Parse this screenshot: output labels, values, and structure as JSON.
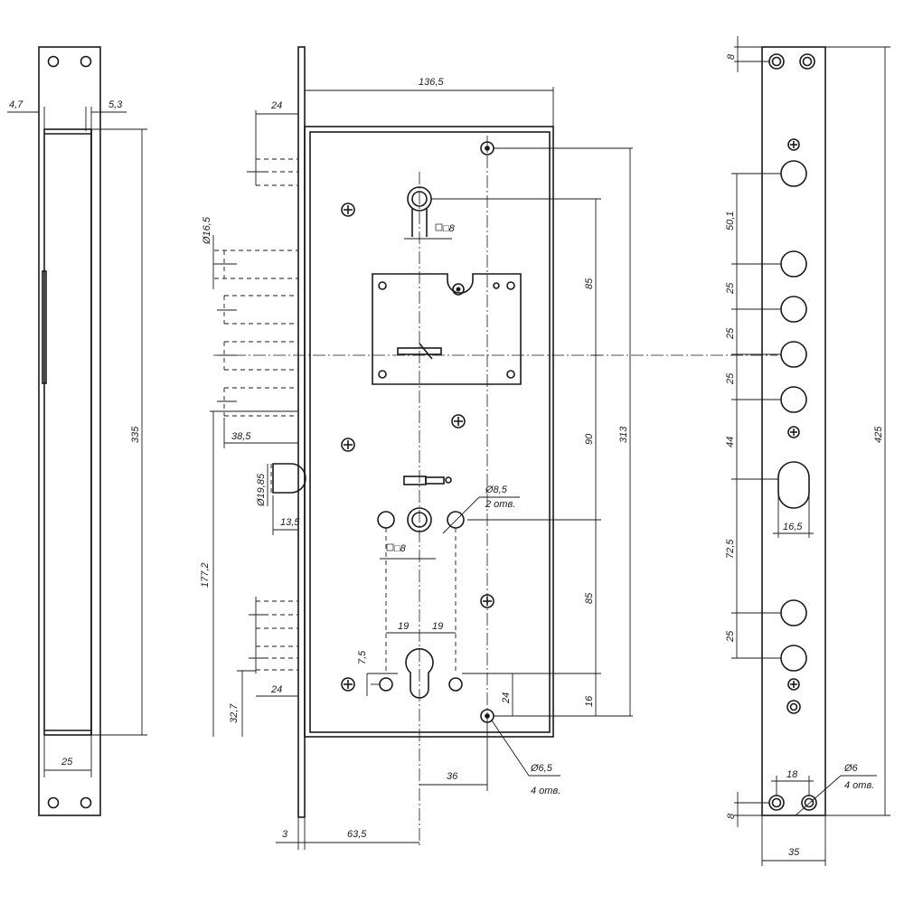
{
  "left_view": {
    "dim_lip_left": "4,7",
    "dim_lip_right": "5,3",
    "dim_height": "335",
    "dim_width": "25"
  },
  "main_view": {
    "dim_case_width": "136,5",
    "dim_bolt_24_top": "24",
    "dim_bolt_dia": "Ø16,5",
    "dim_bolt_throw": "38,5",
    "dim_latch_dia": "Ø19,85",
    "dim_latch_13_5": "13,5",
    "dim_177_2": "177,2",
    "dim_square_top": "□8",
    "dim_square_bottom": "□8",
    "dim_85_top": "85",
    "dim_90": "90",
    "dim_85_bottom": "85",
    "dim_313": "313",
    "dim_hole_85": "Ø8,5",
    "dim_hole_85_count": "2 отв.",
    "dim_19_left": "19",
    "dim_19_right": "19",
    "dim_7_5": "7,5",
    "dim_24_cyl": "24",
    "dim_16": "16",
    "dim_32_7": "32,7",
    "dim_24_bottom": "24",
    "dim_36": "36",
    "dim_hole_65": "Ø6,5",
    "dim_hole_65_count": "4 отв.",
    "dim_3": "3",
    "dim_63_5": "63,5"
  },
  "right_view": {
    "dim_8_top": "8",
    "dim_50_1": "50,1",
    "dim_25_a": "25",
    "dim_25_b": "25",
    "dim_25_c": "25",
    "dim_44": "44",
    "dim_72_5": "72,5",
    "dim_16_5": "16,5",
    "dim_25_d": "25",
    "dim_425": "425",
    "dim_18": "18",
    "dim_hole_6": "Ø6",
    "dim_hole_6_count": "4 отв.",
    "dim_8_bottom": "8",
    "dim_35": "35"
  }
}
